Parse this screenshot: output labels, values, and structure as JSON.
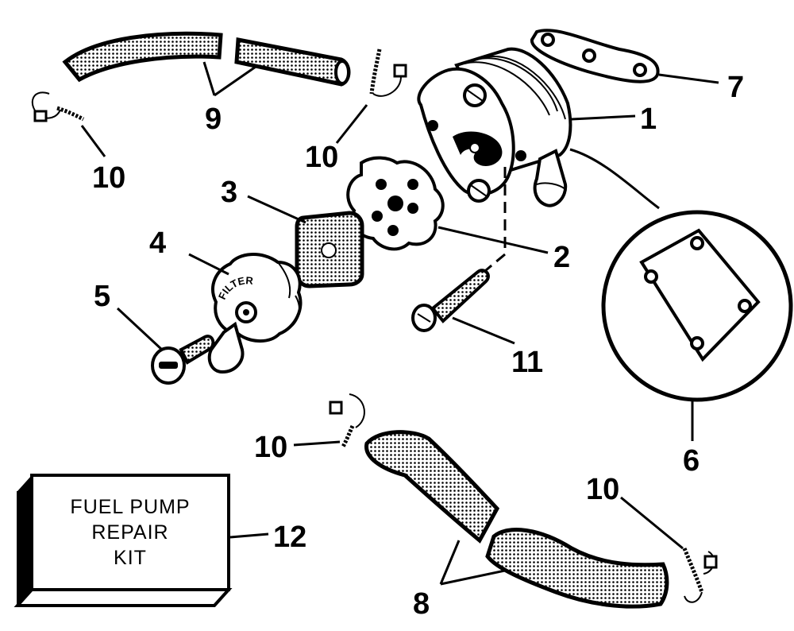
{
  "diagram": {
    "kit_label": [
      "FUEL PUMP",
      "REPAIR",
      "KIT"
    ],
    "filter_text": "FILTER",
    "callouts": {
      "c1": "1",
      "c2": "2",
      "c3": "3",
      "c4": "4",
      "c5": "5",
      "c6": "6",
      "c7": "7",
      "c8": "8",
      "c9": "9",
      "c10a": "10",
      "c10b": "10",
      "c10c": "10",
      "c10d": "10",
      "c11": "11",
      "c12": "12"
    }
  }
}
